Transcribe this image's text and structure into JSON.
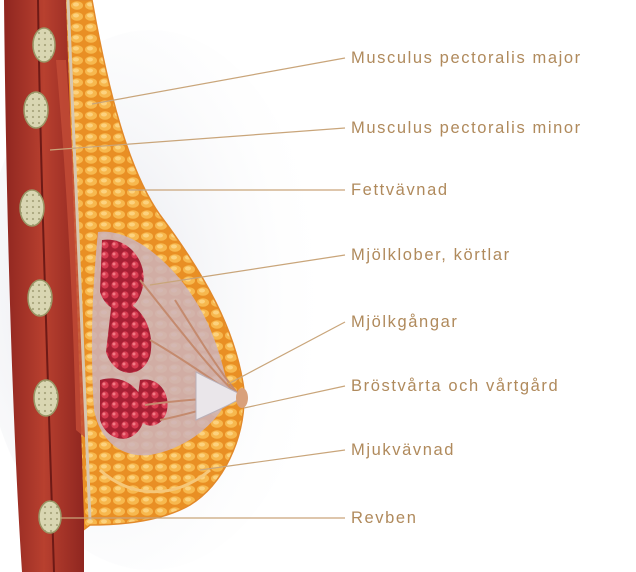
{
  "diagram": {
    "labels": [
      {
        "id": "pectoralis-major",
        "text": "Musculus pectoralis major"
      },
      {
        "id": "pectoralis-minor",
        "text": "Musculus pectoralis minor"
      },
      {
        "id": "fettvavnad",
        "text": "Fettvävnad"
      },
      {
        "id": "mjolklober",
        "text": "Mjölklober, körtlar"
      },
      {
        "id": "mjolkgangar",
        "text": "Mjölkgångar"
      },
      {
        "id": "brostvarta",
        "text": "Bröstvårta och vårtgård"
      },
      {
        "id": "mjukvavnad",
        "text": "Mjukvävnad"
      },
      {
        "id": "revben",
        "text": "Revben"
      }
    ],
    "colors": {
      "label_text": "#b08a5c",
      "leader_line": "#c9a57a",
      "muscle": "#a8312a",
      "fat": "#f0a43a",
      "gland": "#c9354a",
      "rib": "#d8d6b4"
    }
  }
}
